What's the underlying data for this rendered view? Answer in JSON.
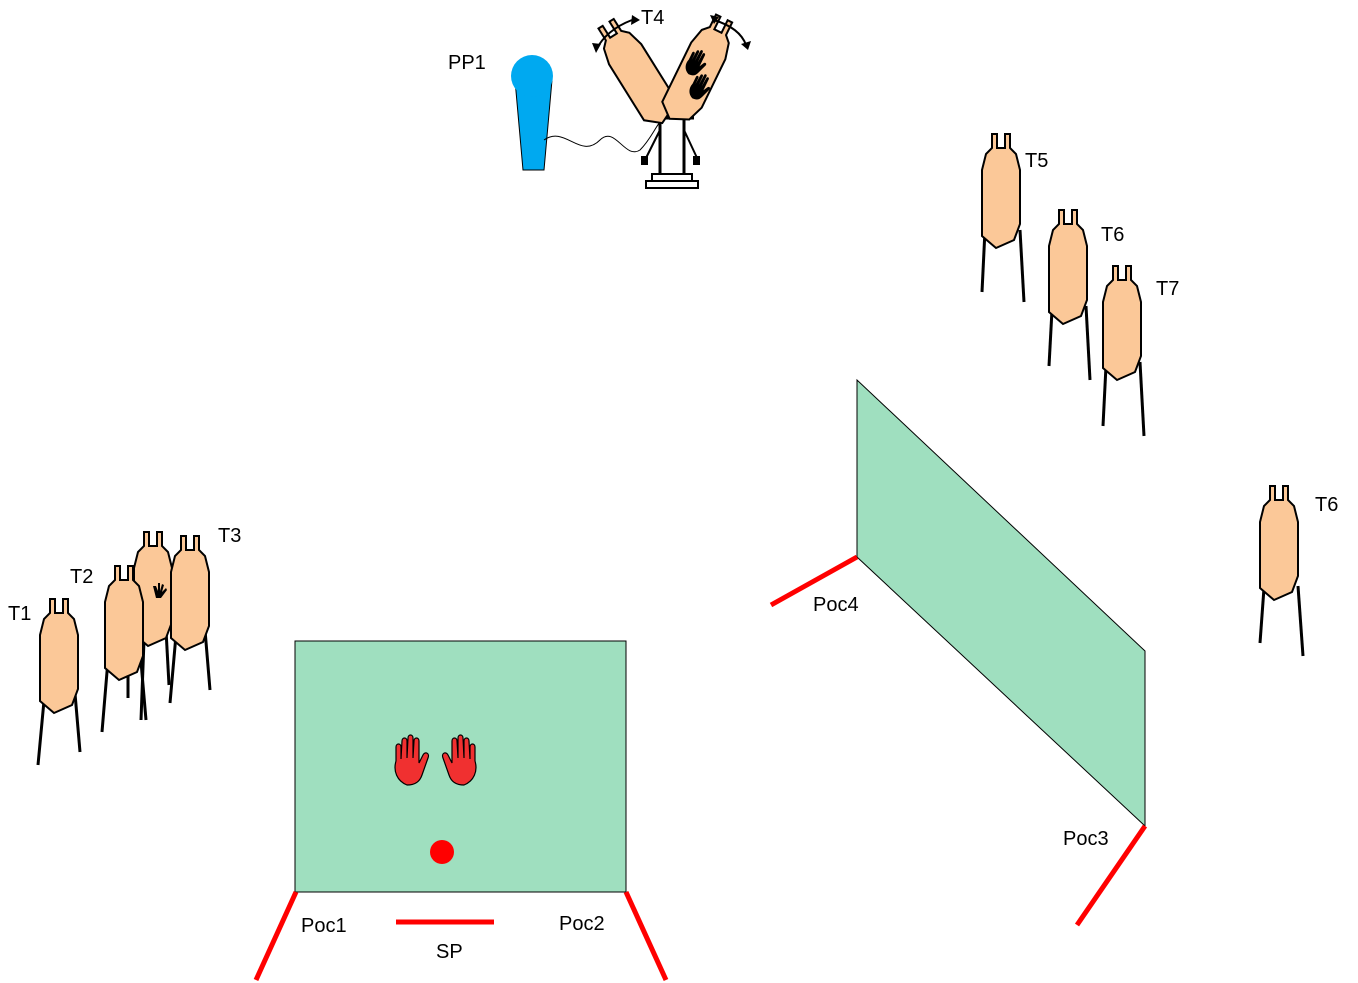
{
  "labels": {
    "pp1": "PP1",
    "t1": "T1",
    "t2": "T2",
    "t3": "T3",
    "t4": "T4",
    "t5": "T5",
    "t6_upper": "T6",
    "t7": "T7",
    "t6_right": "T6",
    "poc1": "Poc1",
    "poc2": "Poc2",
    "poc3": "Poc3",
    "poc4": "Poc4",
    "sp": "SP"
  },
  "colors": {
    "target_fill": "#fbc898",
    "wall_fill": "#9fdfbf",
    "fault_line": "#ff0000",
    "popper": "#00a9f0",
    "hand_red": "#f03030",
    "outline": "#000000"
  },
  "icons": {
    "target": "cardboard-target-icon",
    "popper": "popper-icon",
    "swinger": "swinging-target-icon",
    "no_shoot": "no-shoot-hands-icon",
    "start_hands": "hands-start-position-icon",
    "start_marker": "start-marker-dot-icon"
  }
}
